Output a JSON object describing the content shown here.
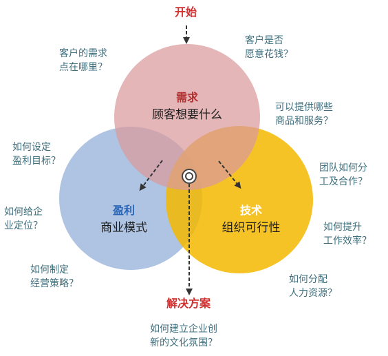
{
  "start": {
    "label": "开始"
  },
  "end": {
    "label": "解决方案"
  },
  "circles": {
    "demand": {
      "title": "需求",
      "subtitle": "顾客想要什么",
      "title_color": "#b33030",
      "fill": "#d99a9c"
    },
    "profit": {
      "title": "盈利",
      "subtitle": "商业模式",
      "title_color": "#2a66b8",
      "fill": "#9db7dc"
    },
    "tech": {
      "title": "技术",
      "subtitle": "组织可行性",
      "title_color": "#ffffff",
      "fill": "#f5b800"
    }
  },
  "questions": {
    "q1": {
      "line1": "客户的需求",
      "line2": "点在哪里？"
    },
    "q2": {
      "line1": "客户是否",
      "line2": "愿意花钱？"
    },
    "q3": {
      "line1": "可以提供哪些",
      "line2": "商品和服务？"
    },
    "q4": {
      "line1": "如何设定",
      "line2": "盈利目标？"
    },
    "q5": {
      "line1": "团队如何分",
      "line2": "工及合作？"
    },
    "q6": {
      "line1": "如何给企",
      "line2": "业定位？"
    },
    "q7": {
      "line1": "如何提升",
      "line2": "工作效率？"
    },
    "q8": {
      "line1": "如何制定",
      "line2": "经营策略？"
    },
    "q9": {
      "line1": "如何分配",
      "line2": "人力资源？"
    },
    "q10": {
      "line1": "如何建立企业创",
      "line2": "新的文化氛围？"
    }
  },
  "colors": {
    "accent_red": "#d22f2f",
    "question_text": "#3d6f7e",
    "arrow": "#333333"
  }
}
